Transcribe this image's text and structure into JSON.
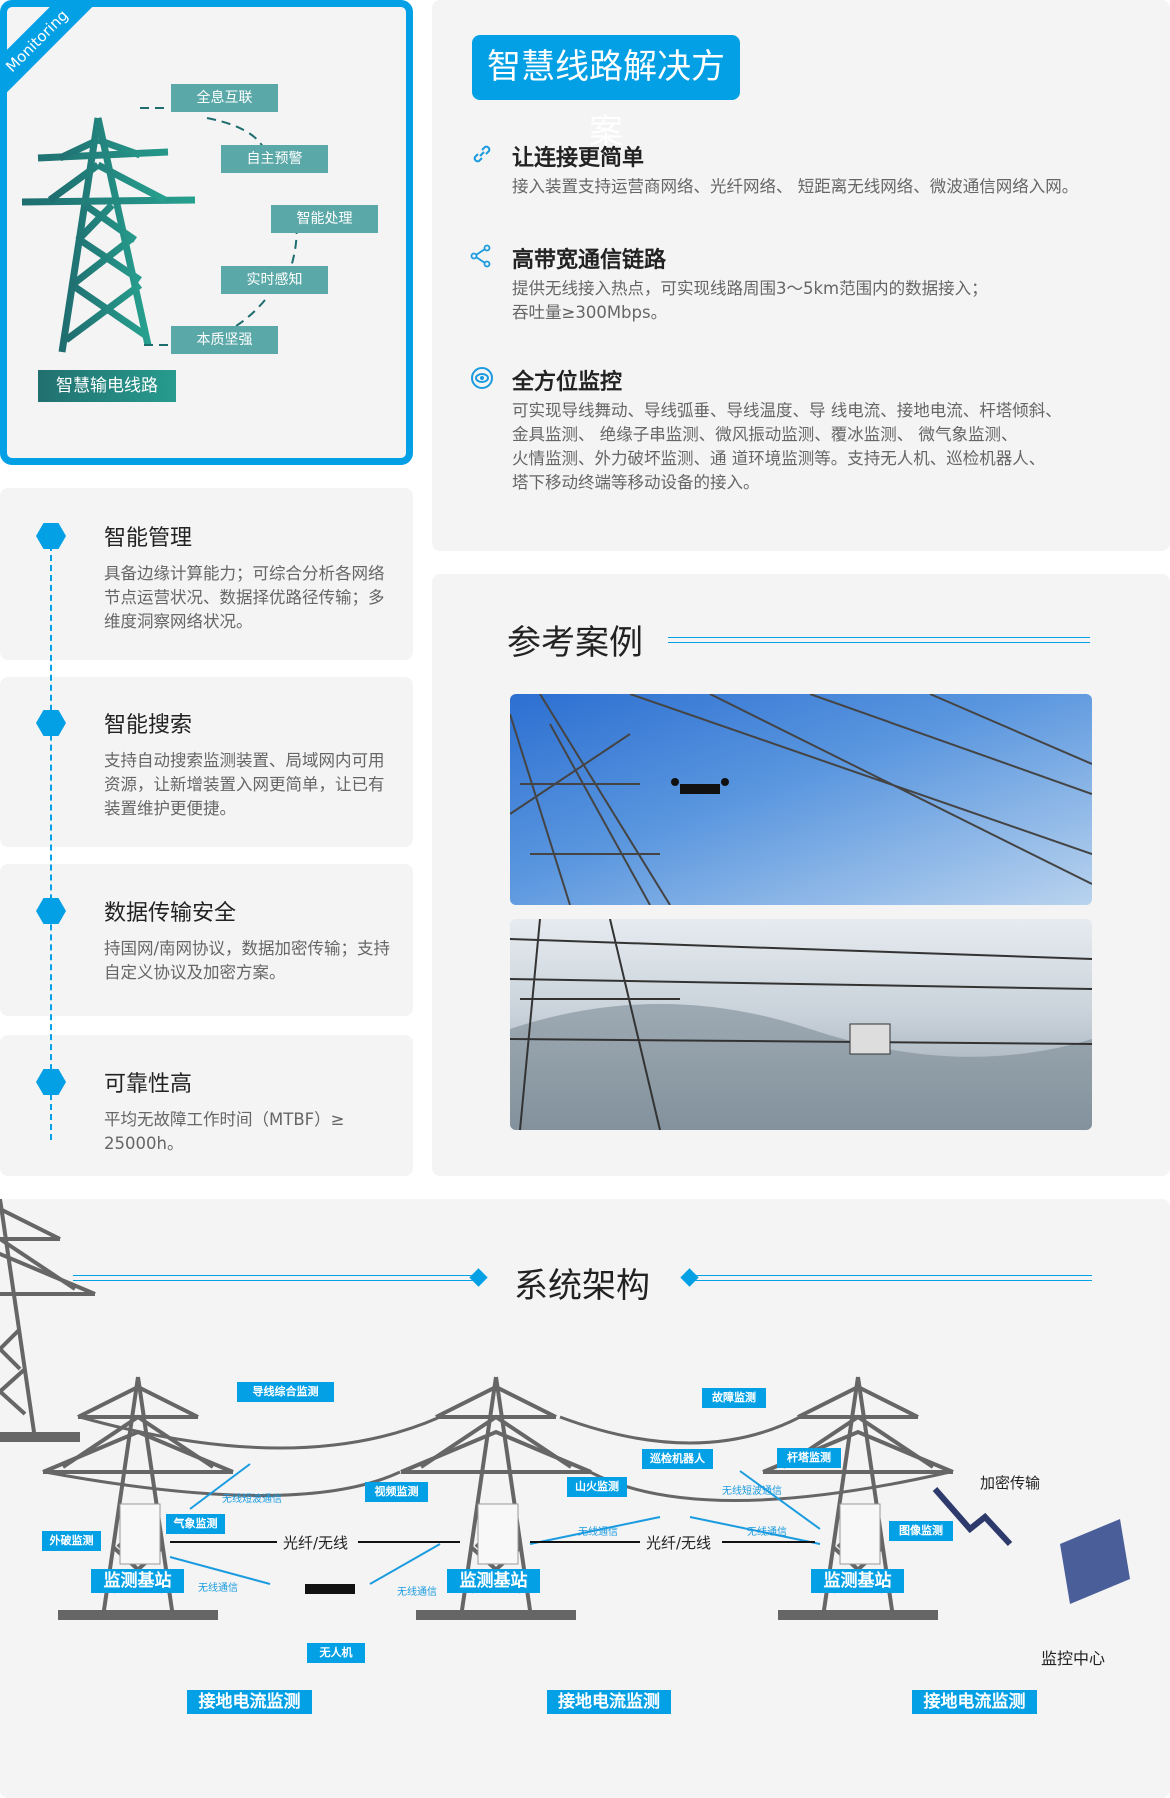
{
  "hero": {
    "ribbon": "Monitoring",
    "labels": [
      "全息互联",
      "自主预警",
      "智能处理",
      "实时感知",
      "本质坚强"
    ],
    "title": "智慧输电线路"
  },
  "solution": {
    "title": "智慧线路解决方案",
    "items": [
      {
        "icon": "link-icon",
        "heading": "让连接更简单",
        "desc": [
          "接入装置支持运营商网络、光纤网络、 短距离无线网络、微波通信网络入网。"
        ]
      },
      {
        "icon": "share-nodes-icon",
        "heading": "高带宽通信链路",
        "desc": [
          "提供无线接入热点，可实现线路周围3～5km范围内的数据接入；",
          "吞吐量≥300Mbps。"
        ]
      },
      {
        "icon": "eye-icon",
        "heading": "全方位监控",
        "desc": [
          "可实现导线舞动、导线弧垂、导线温度、导 线电流、接地电流、杆塔倾斜、",
          "金具监测、 绝缘子串监测、微风振动监测、覆冰监测、 微气象监测、",
          "火情监测、外力破坏监测、通 道环境监测等。支持无人机、巡检机器人、",
          " 塔下移动终端等移动设备的接入。"
        ]
      }
    ]
  },
  "features": [
    {
      "title": "智能管理",
      "desc": "具备边缘计算能力；可综合分析各网络节点运营状况、数据择优路径传输；多维度洞察网络状况。"
    },
    {
      "title": "智能搜索",
      "desc": "支持自动搜索监测装置、局域网内可用资源，让新增装置入网更简单，让已有装置维护更便捷。"
    },
    {
      "title": "数据传输安全",
      "desc": "持国网/南网协议，数据加密传输；支持自定义协议及加密方案。"
    },
    {
      "title": "可靠性高",
      "desc": "平均无故障工作时间（MTBF）≥ 25000h。"
    }
  ],
  "cases": {
    "title": "参考案例"
  },
  "architecture": {
    "title": "系统架构",
    "labels": {
      "conductor": "导线综合监测",
      "fault": "故障监测",
      "tower": "杆塔监测",
      "robot": "巡检机器人",
      "fire": "山火监测",
      "video": "视频监测",
      "weather": "气象监测",
      "external": "外破监测",
      "image": "图像监测",
      "drone": "无人机",
      "station": "监测基站",
      "ground": "接地电流监测",
      "link": "光纤/无线",
      "encrypt": "加密传输",
      "center": "监控中心"
    },
    "wireless": {
      "short": "无线短波通信",
      "normal": "无线通信"
    }
  },
  "colors": {
    "accent": "#03a0e6",
    "teal": "#5ba8a8"
  }
}
